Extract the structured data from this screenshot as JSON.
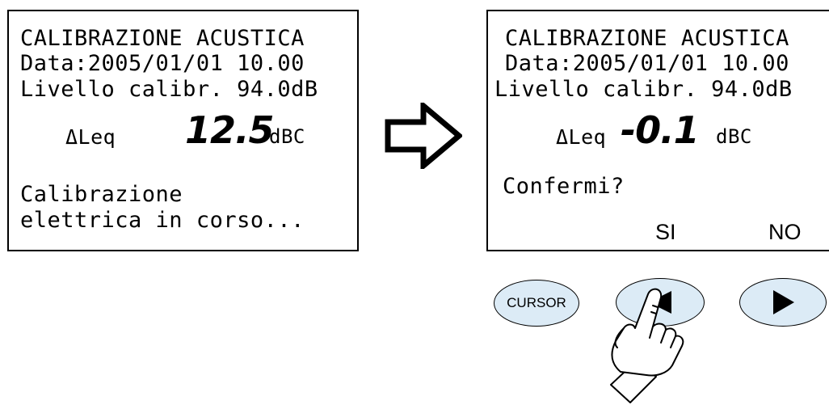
{
  "screen_before": {
    "title": "CALIBRAZIONE ACUSTICA",
    "date_line": "Data:2005/01/01 10.00",
    "level_line": "Livello calibr. 94.0dB",
    "delta_label": "ΔLeq",
    "reading_value": "12.5",
    "reading_unit": "dBC",
    "status_line1": "Calibrazione",
    "status_line2": "elettrica in corso..."
  },
  "transition_icon": "right-arrow-icon",
  "screen_after": {
    "title": "CALIBRAZIONE ACUSTICA",
    "date_line": "Data:2005/01/01 10.00",
    "level_line": "Livello calibr. 94.0dB",
    "delta_label": "ΔLeq",
    "reading_value": "-0.1",
    "reading_unit": "dBC",
    "prompt": "Confermi?",
    "softkey_yes": "SI",
    "softkey_no": "NO"
  },
  "keypad": {
    "cursor_label": "CURSOR",
    "left_key_icon": "triangle-left-icon",
    "right_key_icon": "triangle-right-icon",
    "pressing_hand_icon": "pointing-hand-icon",
    "button_fill": "#dcebf6"
  }
}
